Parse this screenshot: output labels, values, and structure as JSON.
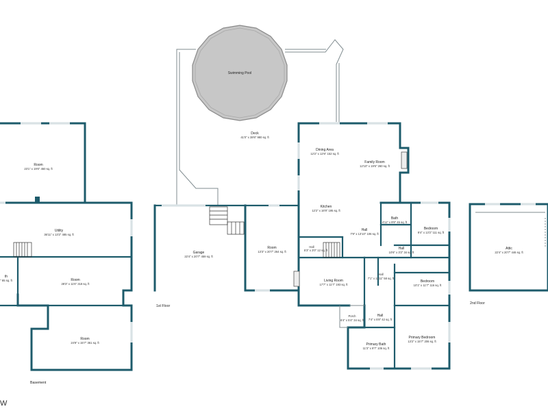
{
  "floors": {
    "basement": "Basement",
    "first": "1st Floor",
    "second": "2nd Floor"
  },
  "corner_mark": "W",
  "rooms": {
    "pool": {
      "name": "Swimming Pool",
      "dims": ""
    },
    "deck": {
      "name": "Deck",
      "dims": "41'0\" x 38'6\" 980 sq. ft"
    },
    "b_room_top": {
      "name": "Room",
      "dims": "23'1\" x 19'6\" 450 sq. ft"
    },
    "utility": {
      "name": "Utility",
      "dims": "36'11\" x 13'2\" 485 sq. ft"
    },
    "b_room_mid": {
      "name": "Room",
      "dims": "28'3\" x 11'6\" 318 sq. ft"
    },
    "b_bath": {
      "name": "th",
      "dims": "\" 85 sq. ft"
    },
    "b_room_bot": {
      "name": "Room",
      "dims": "24'9\" x 15'7\" 361 sq. ft"
    },
    "garage": {
      "name": "Garage",
      "dims": "22'4\" x 20'7\" 459 sq. ft"
    },
    "f_room": {
      "name": "Room",
      "dims": "13'3\" x 20'7\" 264 sq. ft"
    },
    "dining": {
      "name": "Dining Area",
      "dims": "12'2\" x 12'6\" 152 sq. ft"
    },
    "family": {
      "name": "Family Room",
      "dims": "12'10\" x 19'6\" 260 sq. ft"
    },
    "kitchen": {
      "name": "Kitchen",
      "dims": "12'2\" x 16'9\" 195 sq. ft"
    },
    "hall_main": {
      "name": "Hall",
      "dims": "7'9\" x 13'10\" 106 sq. ft"
    },
    "bath_small": {
      "name": "Bath",
      "dims": "4'11\" x 9'9\" 45 sq. ft"
    },
    "bedroom_1": {
      "name": "Bedroom",
      "dims": "9'4\" x 13'2\" 111 sq. ft"
    },
    "hall_small": {
      "name": "Hall",
      "dims": "5'3\" x 3'0\" 12 sq. ft"
    },
    "hall_long": {
      "name": "Hall",
      "dims": "10'6\" x 3'2\" 34 sq. ft"
    },
    "living": {
      "name": "Living Room",
      "dims": "17'7\" x 11'7\" 193 sq. ft"
    },
    "hall_mid": {
      "name": "Hall",
      "dims": "7'1\" x 11'11\" 58 sq. ft"
    },
    "bedroom_2": {
      "name": "Bedroom",
      "dims": "10'1\" x 11'7\" 116 sq. ft"
    },
    "hall_lower": {
      "name": "Hall",
      "dims": "7'4\" x 5'8\" 42 sq. ft"
    },
    "porch": {
      "name": "Porch",
      "dims": "6'4\" x 5'4\" 34 sq. ft"
    },
    "primary_bath": {
      "name": "Primary Bath",
      "dims": "11'3\" x 9'7\" 106 sq. ft"
    },
    "primary_bed": {
      "name": "Primary Bedroom",
      "dims": "13'2\" x 15'7\" 206 sq. ft"
    },
    "attic": {
      "name": "Attic",
      "dims": "22'4\" x 20'7\" 446 sq. ft"
    }
  }
}
